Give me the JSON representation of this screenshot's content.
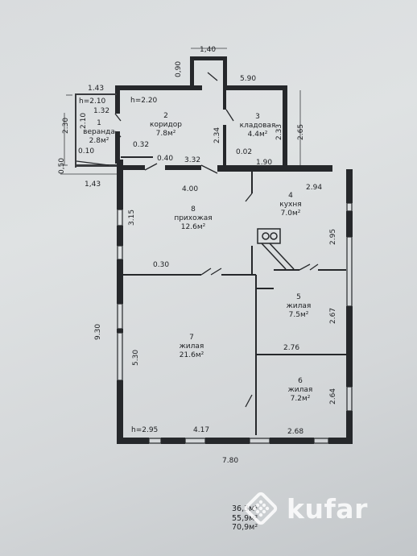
{
  "plan": {
    "dimensions": {
      "top_140": "1,40",
      "d_090": "0,90",
      "d_590": "5.90",
      "d_143_top": "1.43",
      "h_210": "h=2.10",
      "d_132": "1.32",
      "h_220": "h=2.20",
      "d_230": "2.30",
      "d_210_v": "2.10",
      "d_234": "2.34",
      "d_233": "2.33",
      "d_265": "2.65",
      "d_010": "0.10",
      "d_032": "0.32",
      "d_002": "0.02",
      "d_050": "0,50",
      "d_040": "0.40",
      "d_332": "3.32",
      "d_190": "1.90",
      "d_143_bot": "1,43",
      "d_400": "4.00",
      "d_294": "2.94",
      "d_315": "3.15",
      "d_295": "2.95",
      "d_030": "0.30",
      "d_930": "9.30",
      "d_267": "2.67",
      "d_530": "5.30",
      "d_276": "2.76",
      "d_264": "2.64",
      "h_295": "h=2.95",
      "d_417": "4.17",
      "d_268": "2.68",
      "d_780": "7.80"
    },
    "rooms": [
      {
        "num": "1",
        "name": "веранда",
        "area": "2.8м²"
      },
      {
        "num": "2",
        "name": "коридор",
        "area": "7.8м²"
      },
      {
        "num": "3",
        "name": "кладовая",
        "area": "4.4м²"
      },
      {
        "num": "4",
        "name": "кухня",
        "area": "7.0м²"
      },
      {
        "num": "8",
        "name": "прихожая",
        "area": "12.6м²"
      },
      {
        "num": "5",
        "name": "жилая",
        "area": "7.5м²"
      },
      {
        "num": "7",
        "name": "жилая",
        "area": "21.6м²"
      },
      {
        "num": "6",
        "name": "жилая",
        "area": "7.2м²"
      }
    ],
    "totals": [
      "36,3м²",
      "55,9м²",
      "70,9м²"
    ]
  },
  "watermark": {
    "text": "kufar",
    "icon": "kufar-logo-icon"
  },
  "colors": {
    "paper": "#dcdfe1",
    "ink": "#1d1f22",
    "wall": "#26282b",
    "watermark": "#ffffff"
  }
}
